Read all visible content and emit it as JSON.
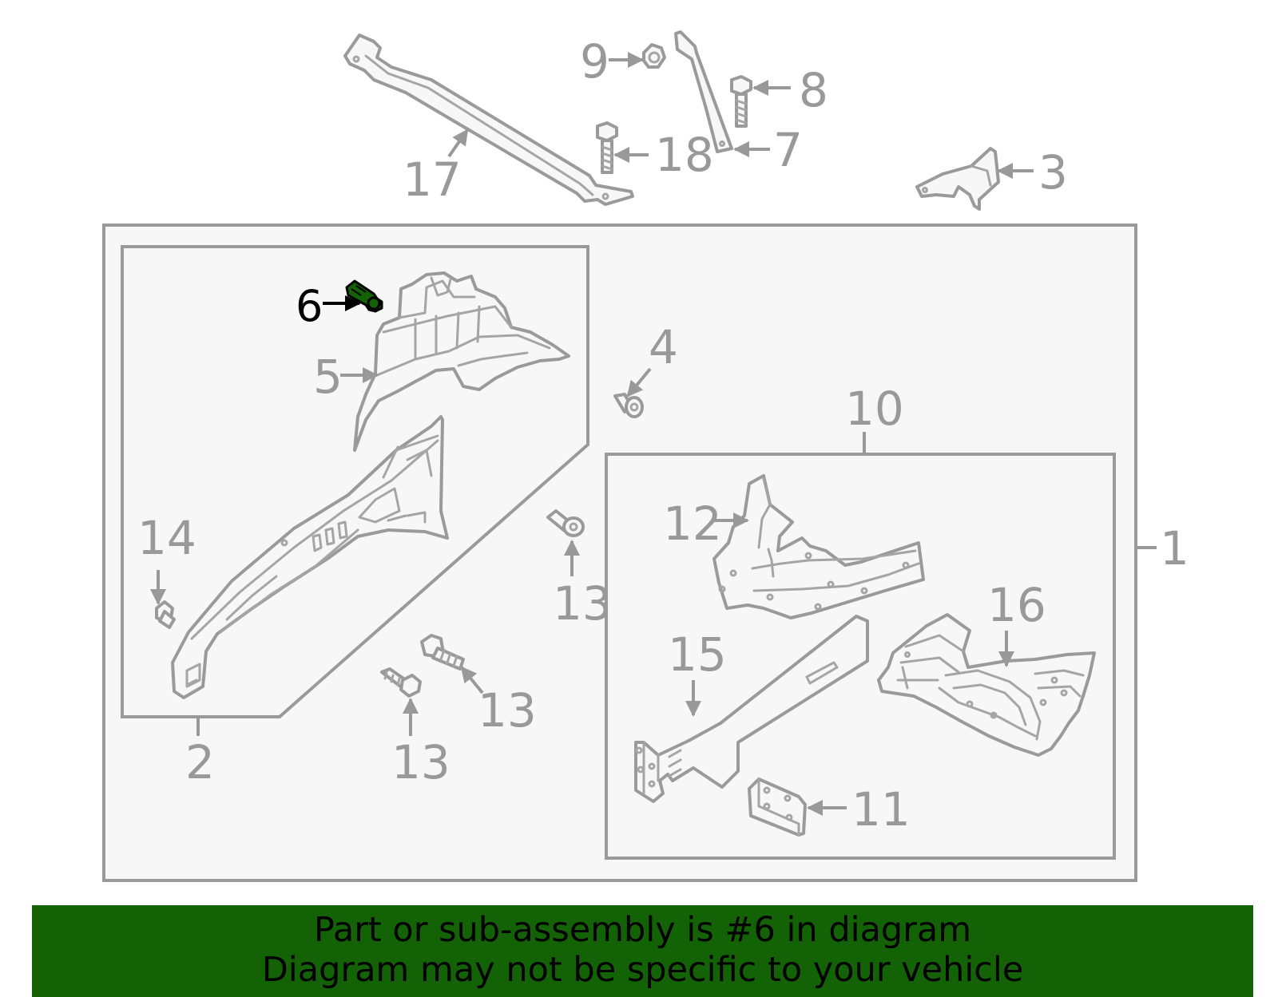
{
  "callouts": {
    "c1": "1",
    "c2": "2",
    "c3": "3",
    "c4": "4",
    "c5": "5",
    "c6": "6",
    "c7": "7",
    "c8": "8",
    "c9": "9",
    "c10": "10",
    "c11": "11",
    "c12": "12",
    "c13a": "13",
    "c13b": "13",
    "c13c": "13",
    "c14": "14",
    "c15": "15",
    "c16": "16",
    "c17": "17",
    "c18": "18"
  },
  "highlight": {
    "callout": "6",
    "color": "#136205"
  },
  "banner": {
    "line1": "Part or sub-assembly is #6 in diagram",
    "line2": "Diagram may not be specific to your vehicle",
    "background": "#136205"
  }
}
